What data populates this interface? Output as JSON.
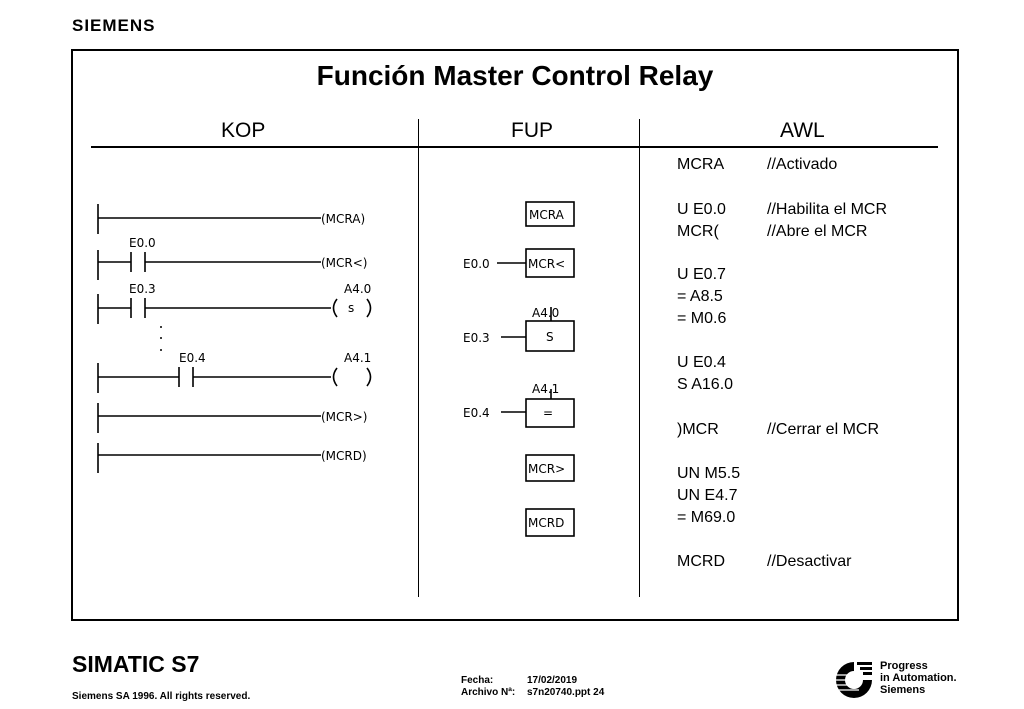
{
  "brand": "SIEMENS",
  "title": "Función Master Control Relay",
  "columns": {
    "kop": "KOP",
    "fup": "FUP",
    "awl": "AWL"
  },
  "kop": {
    "contacts": [
      "E0.0",
      "E0.3",
      "E0.4"
    ],
    "coils": [
      "(MCRA)",
      "(MCR<)",
      "(MCR>)",
      "(MCRD)"
    ],
    "outputs": [
      "A4.0",
      "A4.1"
    ],
    "coil_s": "s"
  },
  "fup": {
    "boxes": [
      "MCRA",
      "MCR<",
      "S",
      "=",
      "MCR>",
      "MCRD"
    ],
    "inputs": [
      "E0.0",
      "E0.3",
      "E0.4"
    ],
    "outputs": [
      "A4.0",
      "A4.1"
    ]
  },
  "awl": [
    {
      "cmd": "MCRA",
      "comment": "//Activado"
    },
    {
      "cmd": "U E0.0",
      "comment": "//Habilita el MCR"
    },
    {
      "cmd": "MCR(",
      "comment": "//Abre el MCR"
    },
    {
      "cmd": "U E0.7",
      "comment": ""
    },
    {
      "cmd": "= A8.5",
      "comment": ""
    },
    {
      "cmd": "= M0.6",
      "comment": ""
    },
    {
      "cmd": "U E0.4",
      "comment": ""
    },
    {
      "cmd": "S A16.0",
      "comment": ""
    },
    {
      "cmd": ")MCR",
      "comment": "//Cerrar el MCR"
    },
    {
      "cmd": "UN M5.5",
      "comment": ""
    },
    {
      "cmd": "UN E4.7",
      "comment": ""
    },
    {
      "cmd": "= M69.0",
      "comment": ""
    },
    {
      "cmd": "MCRD",
      "comment": "//Desactivar"
    }
  ],
  "footer": {
    "product": "SIMATIC S7",
    "rights": "Siemens SA 1996.  All rights reserved.",
    "fecha_label": "Fecha:",
    "fecha": "17/02/2019",
    "archivo_label": "Archivo Nª:",
    "archivo": "s7n20740.ppt  24",
    "tagline": [
      "Progress",
      "in Automation.",
      "Siemens"
    ],
    "logo_icon": "siemens-progress-logo-icon"
  }
}
